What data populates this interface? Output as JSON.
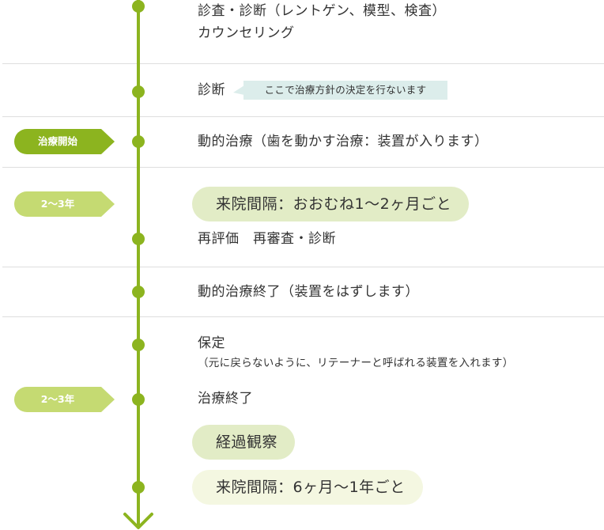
{
  "colors": {
    "timeline": "#8cb41f",
    "tag_dark": "#8cb41f",
    "tag_light": "#c5da72",
    "callout_bg": "#dcedeb",
    "pill_green": "#e2ecc6",
    "pill_cream": "#f4f7e1",
    "divider": "#dedede"
  },
  "steps": {
    "exam": "診査・診断（レントゲン、模型、検査）",
    "counseling": "カウンセリング",
    "diagnosis": "診断",
    "diagnosis_note": "ここで治療方針の決定を行ないます",
    "active_treatment": "動的治療（歯を動かす治療：装置が入ります）",
    "re_evaluation": "再評価　再審査・診断",
    "active_treatment_end": "動的治療終了（装置をはずします）",
    "retention": "保定",
    "retention_note": "（元に戻らないように、リテーナーと呼ばれる装置を入れます）",
    "treatment_end": "治療終了",
    "observation": "経過観察"
  },
  "tags": {
    "treatment_start": "治療開始",
    "period_1": "2〜3年",
    "period_2": "2〜3年"
  },
  "pills": {
    "visit_interval_1": "来院間隔：おおむね1〜2ヶ月ごと",
    "visit_interval_2": "来院間隔：6ヶ月〜1年ごと"
  }
}
